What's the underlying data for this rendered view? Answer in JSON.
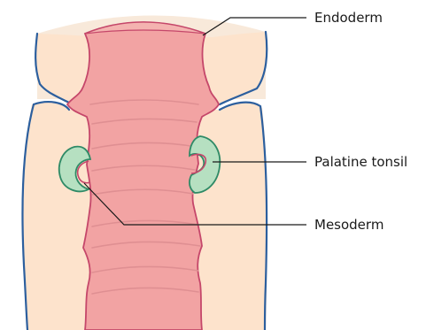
{
  "labels": {
    "endoderm": "Endoderm",
    "palatine_tonsil": "Palatine tonsil",
    "mesoderm": "Mesoderm"
  },
  "colors": {
    "outer_tissue": "#fde3cc",
    "outer_outline": "#2c5f9e",
    "top_cap": "#f8e9da",
    "endoderm_fill": "#f2a3a3",
    "endoderm_outline": "#c5476a",
    "endoderm_fold": "#df8f92",
    "tonsil_fill": "#b6e0c1",
    "tonsil_outline": "#2f8a66",
    "leader_line": "#1a1a1a"
  }
}
